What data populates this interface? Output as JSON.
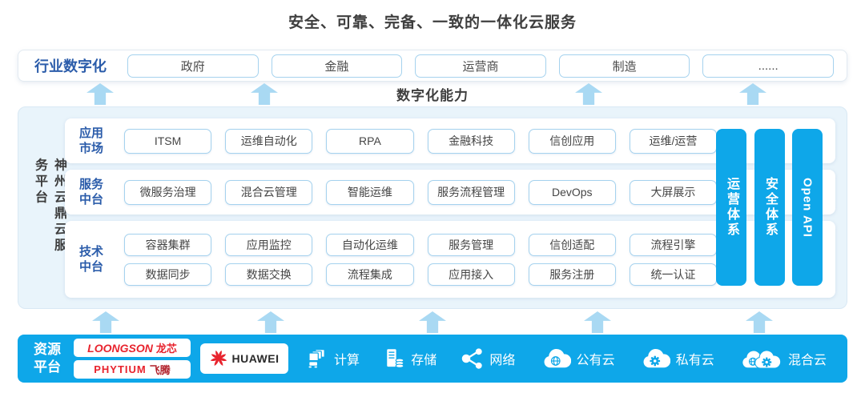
{
  "title": "安全、可靠、完备、一致的一体化云服务",
  "industry": {
    "label": "行业数字化",
    "items": [
      "政府",
      "金融",
      "运营商",
      "制造",
      "......"
    ]
  },
  "capability_label": "数字化能力",
  "platform": {
    "side_label": "神州云鼎云服务平台",
    "rows": [
      {
        "label1": "应用",
        "label2": "市场",
        "items": [
          "ITSM",
          "运维自动化",
          "RPA",
          "金融科技",
          "信创应用",
          "运维/运营"
        ]
      },
      {
        "label1": "服务",
        "label2": "中台",
        "items": [
          "微服务治理",
          "混合云管理",
          "智能运维",
          "服务流程管理",
          "DevOps",
          "大屏展示"
        ]
      },
      {
        "label1": "技术",
        "label2": "中台",
        "items_top": [
          "容器集群",
          "应用监控",
          "自动化运维",
          "服务管理",
          "信创适配",
          "流程引擎"
        ],
        "items_bottom": [
          "数据同步",
          "数据交换",
          "流程集成",
          "应用接入",
          "服务注册",
          "统一认证"
        ]
      }
    ],
    "pillars": [
      "运营体系",
      "安全体系",
      "Open API"
    ]
  },
  "resource_bar": {
    "label1": "资源",
    "label2": "平台",
    "vendors": {
      "loongson": {
        "brand": "LOONGSON",
        "cn": "龙芯"
      },
      "phytium": {
        "brand": "PHYTIUM",
        "cn": "飞腾"
      },
      "huawei": {
        "brand": "HUAWEI"
      }
    },
    "resources": [
      {
        "icon": "compute-icon",
        "label": "计算"
      },
      {
        "icon": "storage-icon",
        "label": "存储"
      },
      {
        "icon": "network-icon",
        "label": "网络"
      },
      {
        "icon": "public-cloud-icon",
        "label": "公有云"
      },
      {
        "icon": "private-cloud-icon",
        "label": "私有云"
      },
      {
        "icon": "hybrid-cloud-icon",
        "label": "混合云"
      }
    ]
  },
  "colors": {
    "accent_blue": "#0ea7e9",
    "arrow_blue": "#a9d9f3",
    "deep_blue": "#2b5caa",
    "box_border": "#a5d2ee",
    "panel_bg": "#e9f4fb",
    "brand_red": "#e8232d"
  }
}
